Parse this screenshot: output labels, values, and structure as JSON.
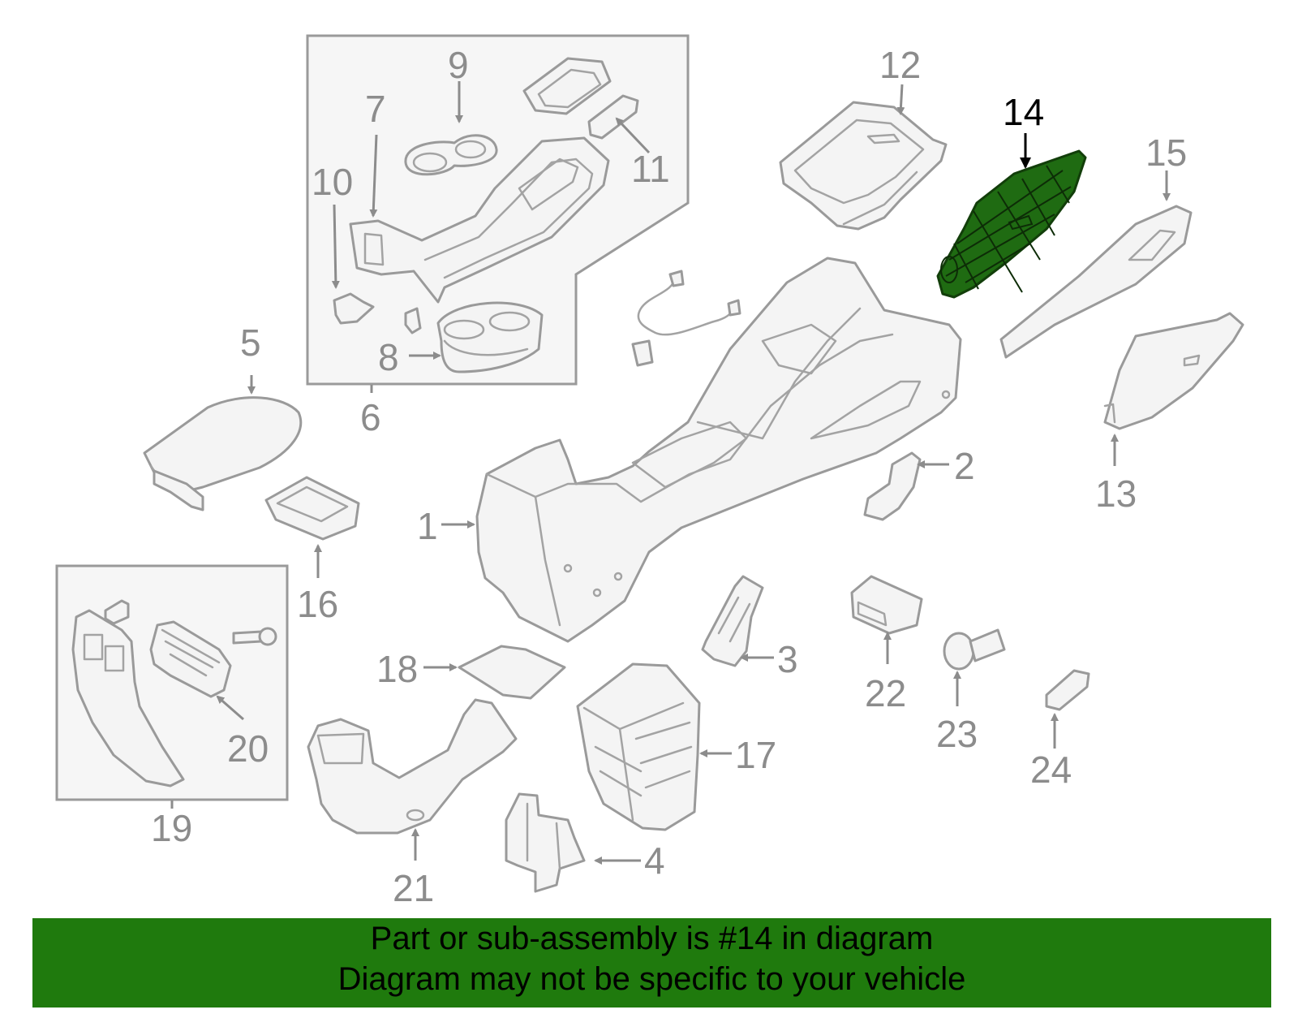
{
  "diagram": {
    "highlight_color": "#1f6b12",
    "part_outline_color": "#9a9a9a",
    "callouts": {
      "c1": "1",
      "c2": "2",
      "c3": "3",
      "c4": "4",
      "c5": "5",
      "c6": "6",
      "c7": "7",
      "c8": "8",
      "c9": "9",
      "c10": "10",
      "c11": "11",
      "c12": "12",
      "c13": "13",
      "c14": "14",
      "c15": "15",
      "c16": "16",
      "c17": "17",
      "c18": "18",
      "c19": "19",
      "c20": "20",
      "c21": "21",
      "c22": "22",
      "c23": "23",
      "c24": "24"
    },
    "highlighted_callout": "14"
  },
  "banner": {
    "background": "#1f7a0d",
    "line1": "Part or sub-assembly is #14 in diagram",
    "line2": "Diagram may not be specific to your vehicle"
  }
}
